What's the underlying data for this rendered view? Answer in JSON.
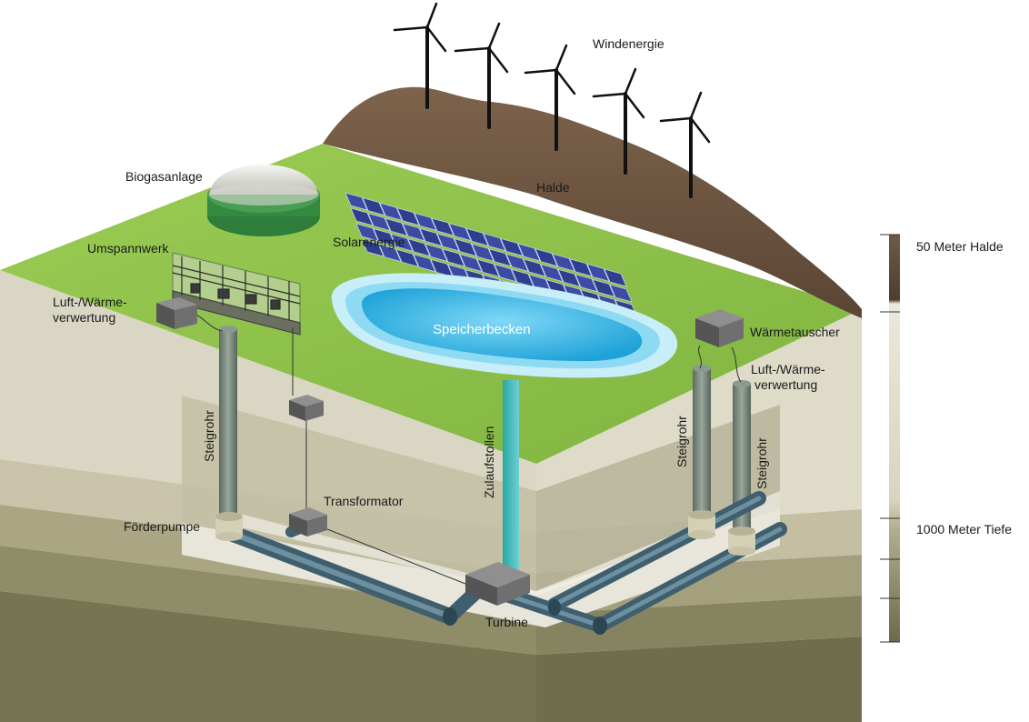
{
  "labels": {
    "windenergie": "Windenergie",
    "biogasanlage": "Biogasanlage",
    "halde": "Halde",
    "umspannwerk": "Umspannwerk",
    "solarenergie": "Solarenergie",
    "luft_links_1": "Luft-/Wärme-",
    "luft_links_2": "verwertung",
    "speicherbecken": "Speicherbecken",
    "waermetauscher": "Wärmetauscher",
    "luft_rechts_1": "Luft-/Wärme-",
    "luft_rechts_2": "verwertung",
    "steigrohr_links": "Steigrohr",
    "zulaufstollen": "Zulaufstollen",
    "steigrohr_rechts_1": "Steigrohr",
    "steigrohr_rechts_2": "Steigrohr",
    "transformator": "Transformator",
    "foerderpumpe": "Förderpumpe",
    "turbine": "Turbine"
  },
  "scale": {
    "halde": "50 Meter Halde",
    "tiefe": "1000 Meter Tiefe"
  },
  "colors": {
    "grass": "#8cc04a",
    "soil": "#d7d4c0",
    "halde": "#6b5440",
    "water": "#3fb3df",
    "pipe": "#4e6f80"
  }
}
